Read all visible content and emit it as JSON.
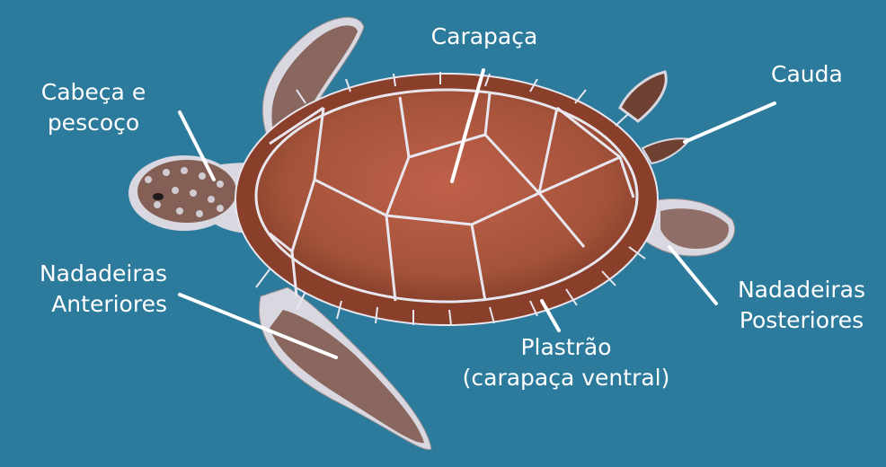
{
  "background_color": "#2c7a9c",
  "label_color": "#ffffff",
  "turtle_colors": {
    "shell": "#a4533a",
    "shell_rim": "#8a3f2a",
    "scute_lines": "#e8e6ee",
    "skin": "#d9d7df",
    "scales": "#6e4133"
  },
  "labels": {
    "carapace": "Carapaça",
    "head_neck": [
      "Cabeça e",
      "pescoço"
    ],
    "tail": "Cauda",
    "front_flippers": [
      "Nadadeiras",
      "Anteriores"
    ],
    "rear_flippers": [
      "Nadadeiras",
      "Posteriores"
    ],
    "plastron": [
      "Plastrão",
      "(carapaça ventral)"
    ]
  }
}
